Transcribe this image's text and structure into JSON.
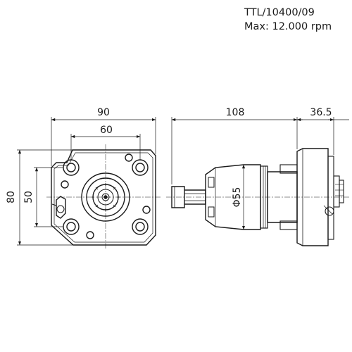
{
  "header": {
    "part_number": "TTL/10400/09",
    "max_speed": "Max: 12.000 rpm"
  },
  "dimensions": {
    "width_front": "90",
    "bolt_spacing_x": "60",
    "height_front": "80",
    "bolt_spacing_y": "50",
    "length_side": "108",
    "flange_width": "36.5",
    "diameter": "Φ55"
  },
  "colors": {
    "line": "#1a1a1a",
    "paper": "#ffffff"
  }
}
